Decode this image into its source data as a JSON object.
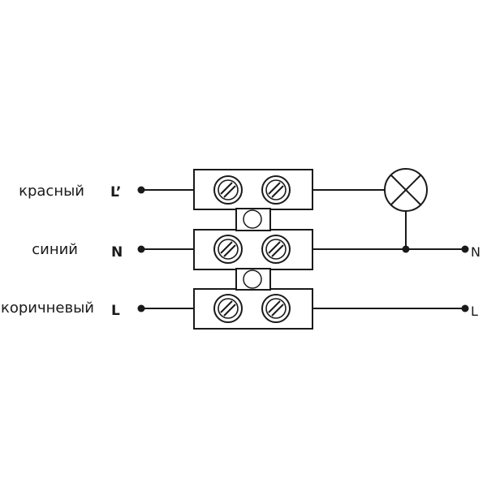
{
  "colors": {
    "line": "#1a1a1a",
    "background": "#ffffff"
  },
  "rows": [
    {
      "color_label": "красный",
      "terminal_label": "L’"
    },
    {
      "color_label": "синий",
      "terminal_label": "N"
    },
    {
      "color_label": "коричневый",
      "terminal_label": "L"
    }
  ],
  "outputs": {
    "n_label": "N",
    "l_label": "L"
  },
  "icons": {
    "lamp": "lamp-icon",
    "screw": "screw-icon"
  }
}
